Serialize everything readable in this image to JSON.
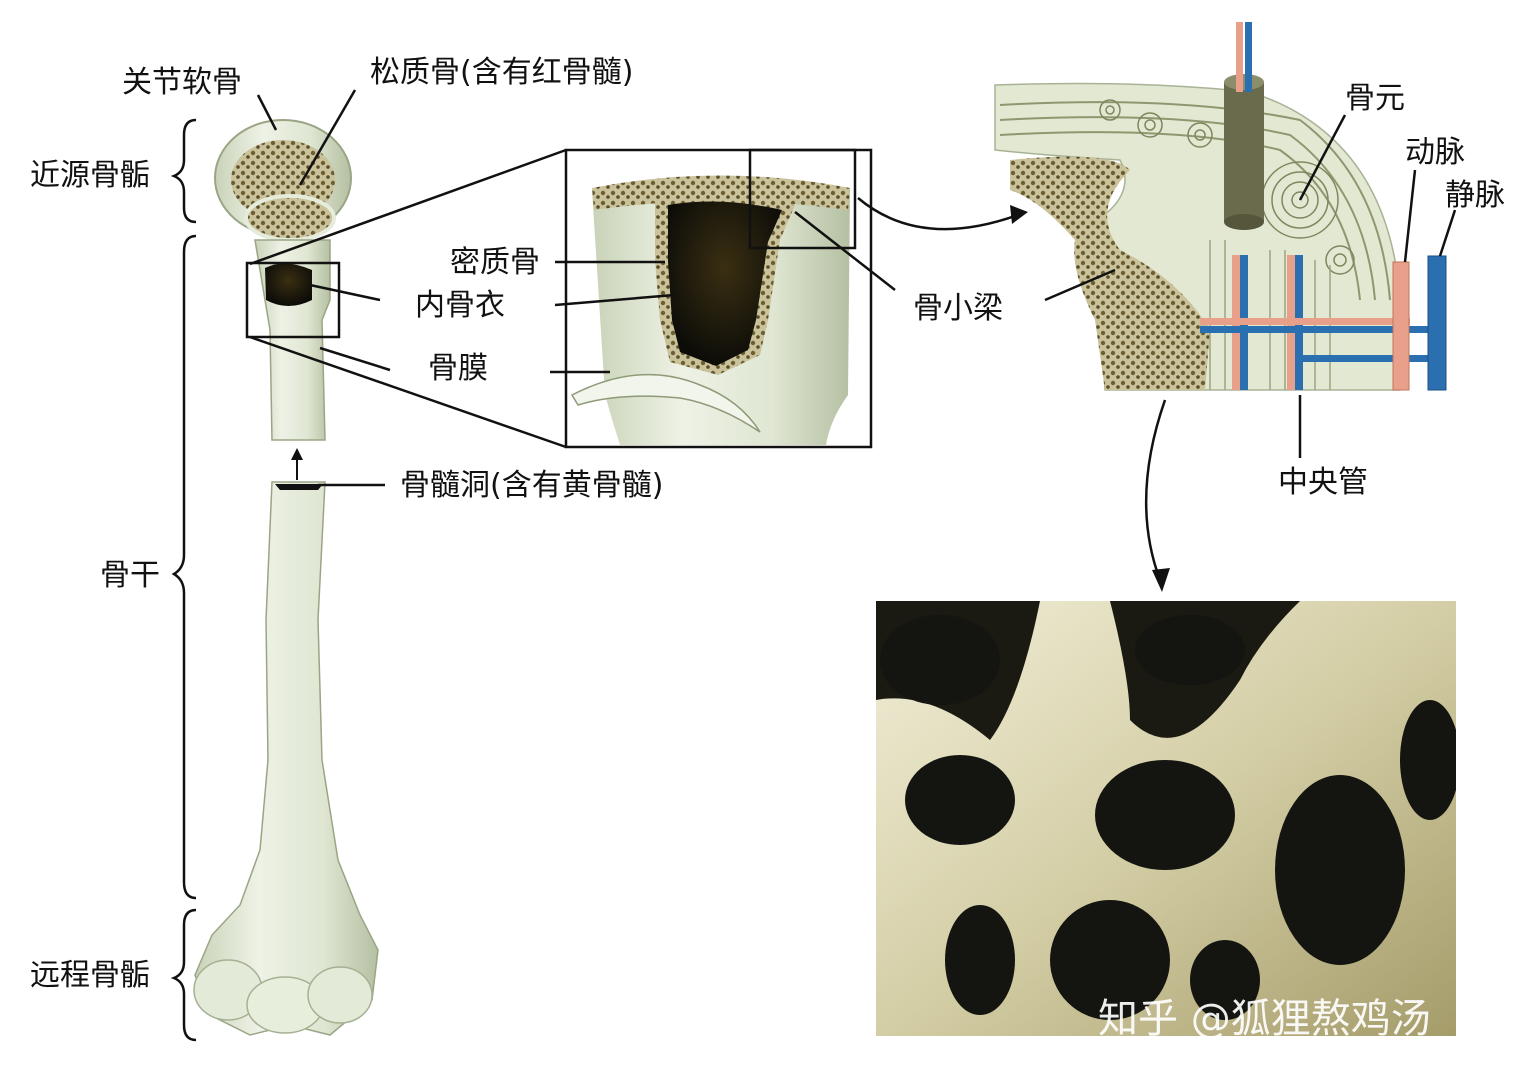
{
  "labels": {
    "articular_cartilage": "关节软骨",
    "spongy_bone": "松质骨(含有红骨髓)",
    "proximal_epiphysis": "近源骨骺",
    "compact_bone": "密质骨",
    "endosteum": "内骨衣",
    "periosteum": "骨膜",
    "trabeculae": "骨小梁",
    "osteon": "骨元",
    "artery": "动脉",
    "vein": "静脉",
    "central_canal": "中央管",
    "medullary_cavity": "骨髓洞(含有黄骨髓)",
    "diaphysis": "骨干",
    "distal_epiphysis": "远程骨骺"
  },
  "watermark": "知乎 @狐狸熬鸡汤",
  "colors": {
    "bone": "#e6ecdc",
    "bone_shade": "#b9c4a8",
    "spongy": "#7a6a40",
    "marrow": "#111111",
    "artery": "#e8a08a",
    "vein": "#2a6fb0",
    "sem_bg": "#1a1a12",
    "sem_bone": "#ddd8b8"
  }
}
